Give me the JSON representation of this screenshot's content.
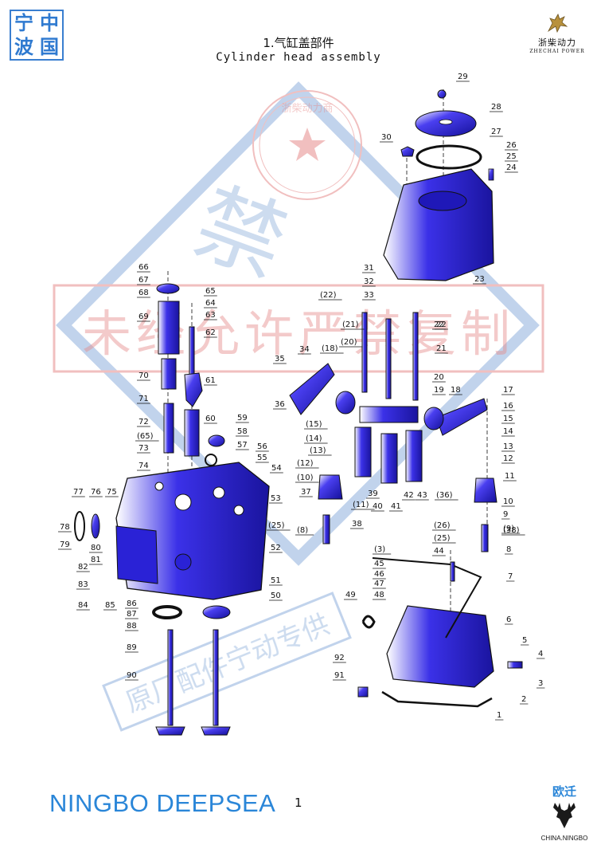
{
  "corner_stamp": {
    "chars": [
      "宁",
      "中",
      "波",
      "国"
    ]
  },
  "title": {
    "cn": "1.气缸盖部件",
    "en": "Cylinder head assembly"
  },
  "brand": {
    "cn": "浙柴动力",
    "en": "ZHECHAI POWER"
  },
  "watermarks": {
    "seal_text": "浙柴动力商",
    "banner_main": "未经允许严禁复制",
    "banner_big": "禁",
    "banner_bottom": "原厂配件宁动专供"
  },
  "colors": {
    "part_fill": "#3a2fe6",
    "part_dark": "#1a14a8",
    "watermark_red": "#e58a8a",
    "watermark_blue": "#8fb0dc",
    "footer_blue": "#2a86d8"
  },
  "callouts": [
    {
      "label": "1"
    },
    {
      "label": "2"
    },
    {
      "label": "3"
    },
    {
      "label": "4"
    },
    {
      "label": "5"
    },
    {
      "label": "6"
    },
    {
      "label": "7"
    },
    {
      "label": "8"
    },
    {
      "label": "9"
    },
    {
      "label": "10"
    },
    {
      "label": "11"
    },
    {
      "label": "12"
    },
    {
      "label": "13"
    },
    {
      "label": "14"
    },
    {
      "label": "15"
    },
    {
      "label": "16"
    },
    {
      "label": "17"
    },
    {
      "label": "18"
    },
    {
      "label": "19"
    },
    {
      "label": "20"
    },
    {
      "label": "21"
    },
    {
      "label": "22"
    },
    {
      "label": "23"
    },
    {
      "label": "24"
    },
    {
      "label": "25"
    },
    {
      "label": "26"
    },
    {
      "label": "27"
    },
    {
      "label": "28"
    },
    {
      "label": "29"
    },
    {
      "label": "30"
    },
    {
      "label": "31"
    },
    {
      "label": "32"
    },
    {
      "label": "33"
    },
    {
      "label": "34"
    },
    {
      "label": "35"
    },
    {
      "label": "36"
    },
    {
      "label": "37"
    },
    {
      "label": "38"
    },
    {
      "label": "39"
    },
    {
      "label": "40"
    },
    {
      "label": "41"
    },
    {
      "label": "42"
    },
    {
      "label": "43"
    },
    {
      "label": "44"
    },
    {
      "label": "45"
    },
    {
      "label": "46"
    },
    {
      "label": "47"
    },
    {
      "label": "48"
    },
    {
      "label": "49"
    },
    {
      "label": "50"
    },
    {
      "label": "51"
    },
    {
      "label": "52"
    },
    {
      "label": "53"
    },
    {
      "label": "54"
    },
    {
      "label": "55"
    },
    {
      "label": "56"
    },
    {
      "label": "57"
    },
    {
      "label": "58"
    },
    {
      "label": "59"
    },
    {
      "label": "60"
    },
    {
      "label": "61"
    },
    {
      "label": "62"
    },
    {
      "label": "63"
    },
    {
      "label": "64"
    },
    {
      "label": "65"
    },
    {
      "label": "66"
    },
    {
      "label": "67"
    },
    {
      "label": "68"
    },
    {
      "label": "69"
    },
    {
      "label": "70"
    },
    {
      "label": "71"
    },
    {
      "label": "72"
    },
    {
      "label": "(65)"
    },
    {
      "label": "73"
    },
    {
      "label": "74"
    },
    {
      "label": "75"
    },
    {
      "label": "76"
    },
    {
      "label": "77"
    },
    {
      "label": "78"
    },
    {
      "label": "79"
    },
    {
      "label": "80"
    },
    {
      "label": "81"
    },
    {
      "label": "82"
    },
    {
      "label": "83"
    },
    {
      "label": "84"
    },
    {
      "label": "85"
    },
    {
      "label": "86"
    },
    {
      "label": "87"
    },
    {
      "label": "88"
    },
    {
      "label": "89"
    },
    {
      "label": "90"
    },
    {
      "label": "91"
    },
    {
      "label": "92"
    },
    {
      "label": "(22)"
    },
    {
      "label": "(21)"
    },
    {
      "label": "(20)"
    },
    {
      "label": "(18)"
    },
    {
      "label": "(15)"
    },
    {
      "label": "(14)"
    },
    {
      "label": "(13)"
    },
    {
      "label": "(12)"
    },
    {
      "label": "(10)"
    },
    {
      "label": "(11)"
    },
    {
      "label": "(9)"
    },
    {
      "label": "(8)"
    },
    {
      "label": "(36)"
    },
    {
      "label": "(38)"
    },
    {
      "label": "(25)"
    },
    {
      "label": "(26)"
    },
    {
      "label": "(3)"
    },
    {
      "label": "22"
    },
    {
      "label": "(25)"
    }
  ],
  "footer": {
    "brand": "NINGBO DEEPSEA",
    "page": "1",
    "logo_cn": "欧迁",
    "logo_en": "CHINA.NINGBO"
  }
}
